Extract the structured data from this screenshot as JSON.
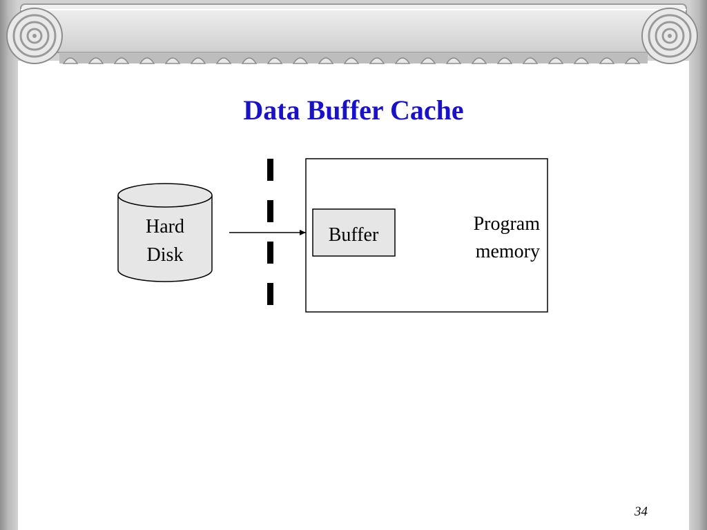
{
  "slide": {
    "title": "Data Buffer Cache",
    "page_number": "34"
  },
  "diagram": {
    "hard_disk": {
      "line1": "Hard",
      "line2": "Disk"
    },
    "buffer": {
      "label": "Buffer"
    },
    "program_memory": {
      "line1": "Program",
      "line2": "memory"
    }
  },
  "colors": {
    "title": "#1a12c7",
    "buffer_fill": "#e6e6e6",
    "disk_fill": "#e6e6e6"
  },
  "icons": [
    "ionic-column-capital",
    "spiral-volute-icon"
  ]
}
